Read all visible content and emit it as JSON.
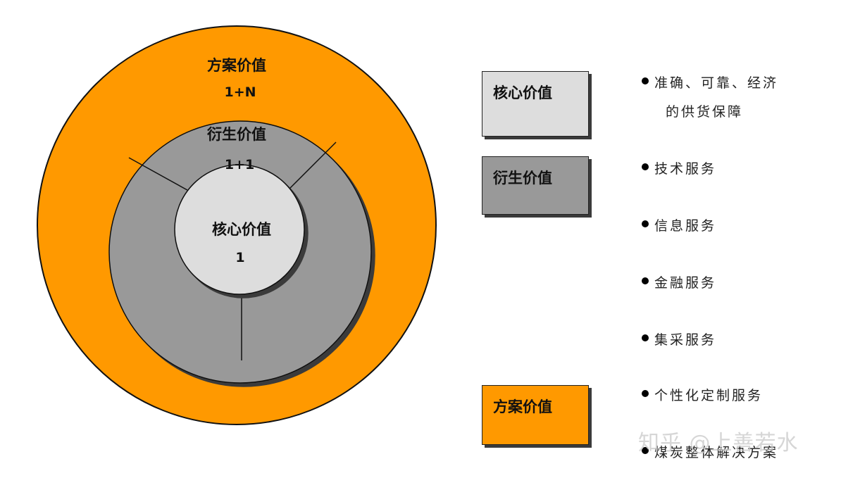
{
  "diagram": {
    "outer_ring": {
      "title": "方案价值",
      "formula": "1+N",
      "color": "#FF9900"
    },
    "middle_ring": {
      "title": "衍生价值",
      "formula": "1+1",
      "color": "#999999"
    },
    "inner_circle": {
      "title": "核心价值",
      "formula": "1",
      "color": "#DDDDDD"
    }
  },
  "legend": [
    {
      "label": "核心价值",
      "color": "#DDDDDD"
    },
    {
      "label": "衍生价值",
      "color": "#999999"
    },
    {
      "label": "方案价值",
      "color": "#FF9900"
    }
  ],
  "bullets": [
    {
      "line1": "准确、可靠、经济",
      "line2": "的供货保障"
    },
    {
      "line1": "技术服务"
    },
    {
      "line1": "信息服务"
    },
    {
      "line1": "金融服务"
    },
    {
      "line1": "集采服务"
    },
    {
      "line1": "个性化定制服务"
    },
    {
      "line1": "煤炭整体解决方案"
    }
  ],
  "watermark": "知乎 @上善若水"
}
